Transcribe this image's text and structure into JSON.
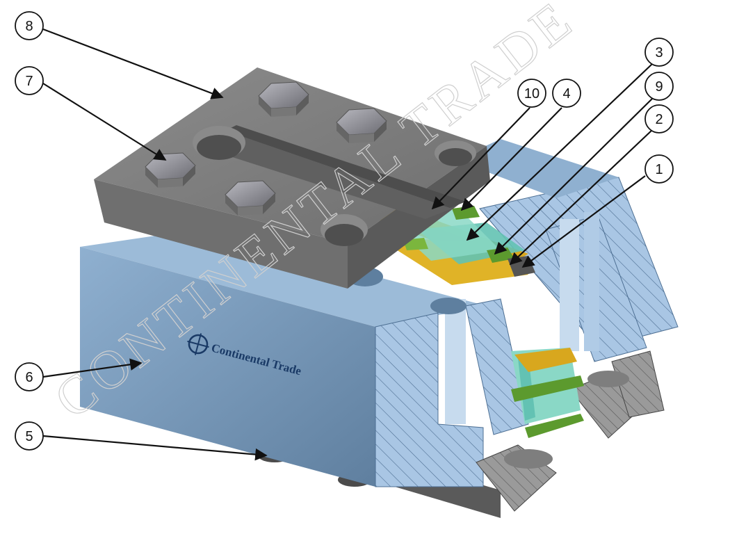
{
  "callouts": [
    {
      "id": "8",
      "label": "8"
    },
    {
      "id": "7",
      "label": "7"
    },
    {
      "id": "10",
      "label": "10"
    },
    {
      "id": "4",
      "label": "4"
    },
    {
      "id": "3",
      "label": "3"
    },
    {
      "id": "9",
      "label": "9"
    },
    {
      "id": "2",
      "label": "2"
    },
    {
      "id": "1",
      "label": "1"
    },
    {
      "id": "6",
      "label": "6"
    },
    {
      "id": "5",
      "label": "5"
    }
  ],
  "brand": {
    "text": "Continental Trade"
  },
  "watermark": {
    "text": "CONTINENTAL TRADE"
  },
  "colors": {
    "steel": "#8a8a8a",
    "steel_dark": "#5c5c5c",
    "body_blue": "#7fa0c0",
    "section_blue": "#a9c6e4",
    "insulation_yellow": "#d8a71e",
    "insert_green": "#5c9a2e",
    "core_cyan": "#63c2b3",
    "core_cyan_light": "#8ad8c6"
  },
  "icons": [
    "hex-bolt-icon",
    "brand-logo-icon"
  ]
}
